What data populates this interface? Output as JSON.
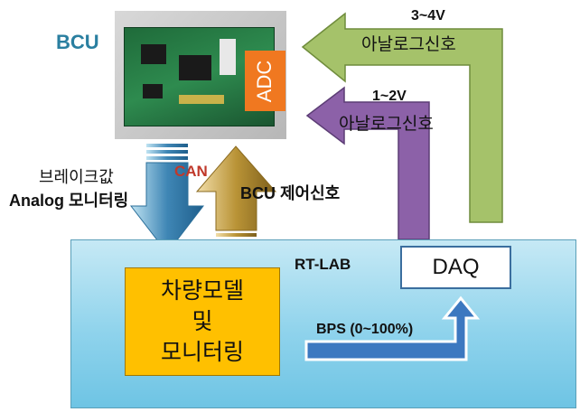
{
  "bcu": {
    "label": "BCU",
    "adc_label": "ADC"
  },
  "signals": {
    "analog_3_4": {
      "voltage": "3~4V",
      "text": "아날로그신호"
    },
    "analog_1_2": {
      "voltage": "1~2V",
      "text": "아날로그신호"
    },
    "brake_monitor_line1": "브레이크값",
    "brake_monitor_line2": "Analog 모니터링",
    "can": "CAN",
    "bcu_control": "BCU 제어신호",
    "bps": "BPS (0~100%)"
  },
  "rtlab": {
    "label": "RT-LAB",
    "daq": "DAQ",
    "vehicle_model": {
      "line1": "차량모델",
      "line2": "및",
      "line3": "모니터링"
    }
  },
  "colors": {
    "green_arrow": "#a5c26a",
    "purple_arrow": "#8c61a8",
    "blue_arrow": "#3f86b5",
    "gold_arrow": "#b99336",
    "bps_arrow": "#3c78c0",
    "can_text": "#c0392b",
    "bcu_text": "#2a7fa0"
  }
}
